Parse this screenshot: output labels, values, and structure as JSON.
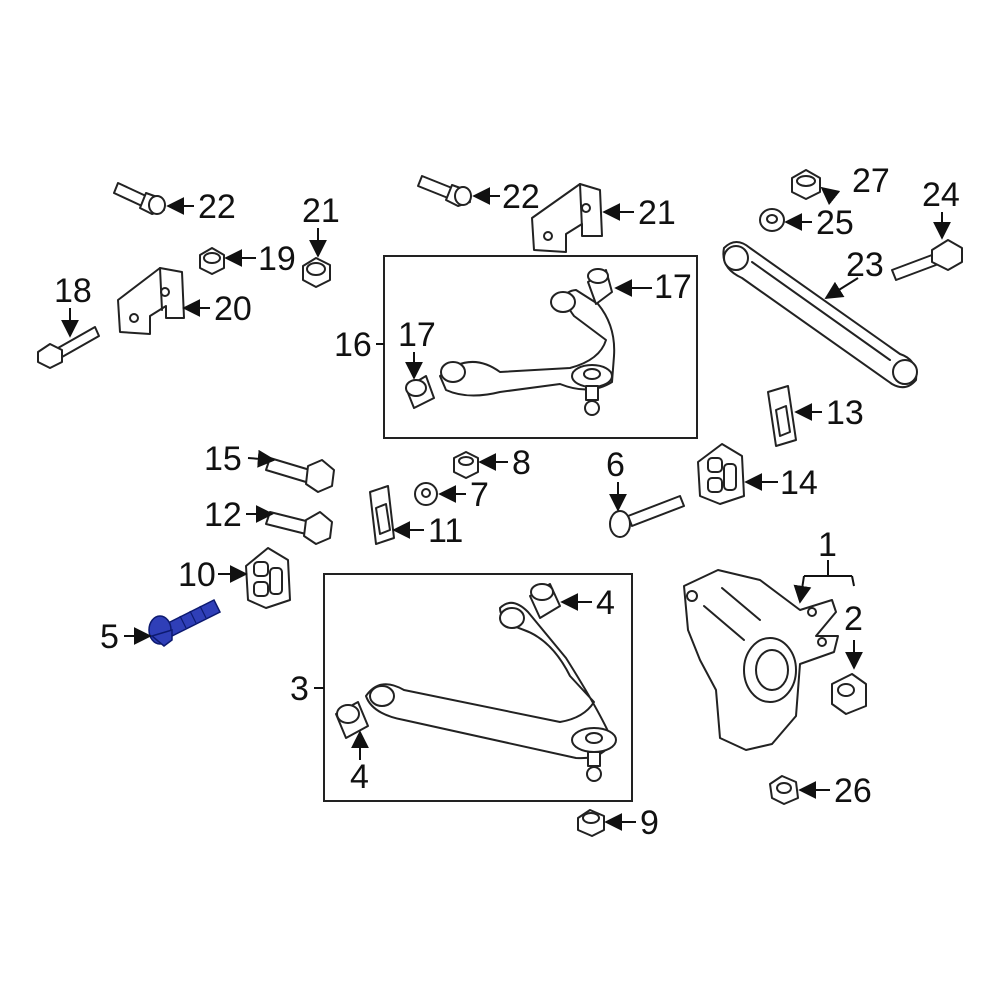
{
  "callouts": {
    "c1": "1",
    "c2": "2",
    "c3": "3",
    "c4a": "4",
    "c4b": "4",
    "c5": "5",
    "c6": "6",
    "c7": "7",
    "c8": "8",
    "c9": "9",
    "c10": "10",
    "c11": "11",
    "c12": "12",
    "c13": "13",
    "c14": "14",
    "c15": "15",
    "c16": "16",
    "c17a": "17",
    "c17b": "17",
    "c18": "18",
    "c19": "19",
    "c20": "20",
    "c21a": "21",
    "c21b": "21",
    "c22a": "22",
    "c22b": "22",
    "c23": "23",
    "c24": "24",
    "c25": "25",
    "c26": "26",
    "c27": "27"
  },
  "highlight": {
    "part": "5",
    "color": "#2f3fb8"
  }
}
